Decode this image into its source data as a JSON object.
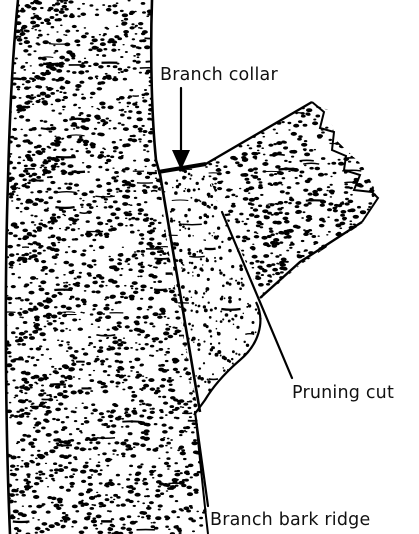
{
  "labels": {
    "branch_collar": "Branch collar",
    "pruning_cut": "Pruning cut",
    "branch_bark_ridge": "Branch bark ridge"
  },
  "colors": {
    "ink": "#000000",
    "background": "#ffffff"
  }
}
